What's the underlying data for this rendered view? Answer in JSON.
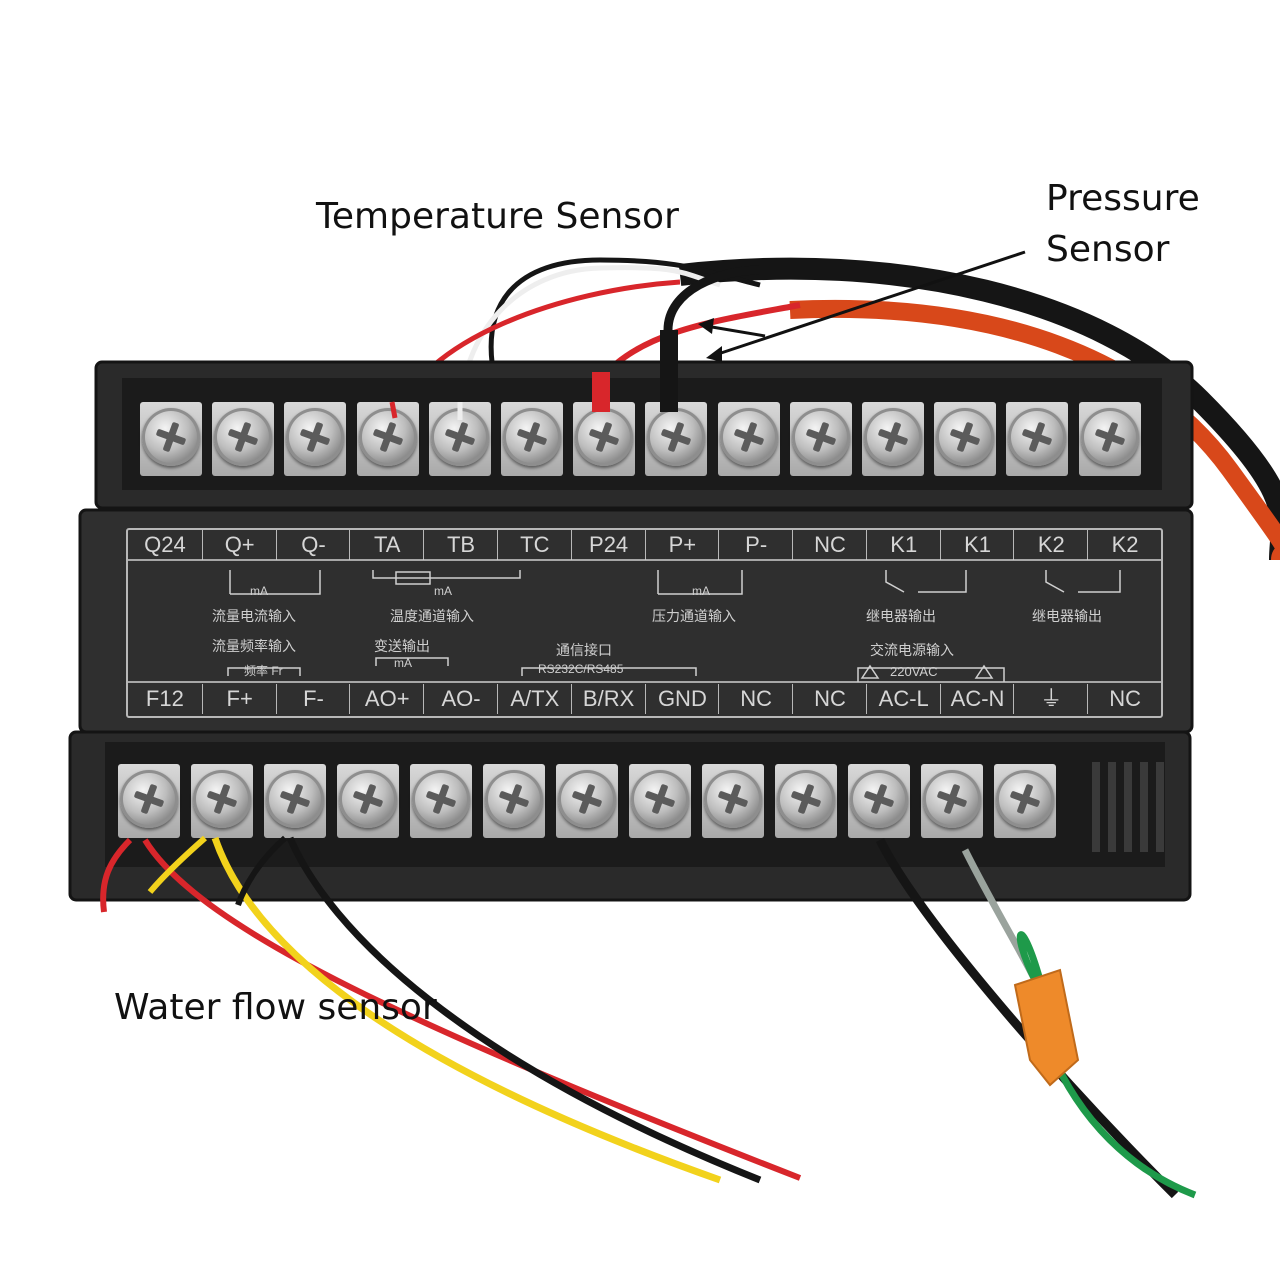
{
  "callouts": {
    "temperature": "Temperature Sensor",
    "pressure_line1": "Pressure",
    "pressure_line2": "Sensor",
    "water_flow": "Water flow sensor"
  },
  "panel": {
    "top_labels": [
      "Q24",
      "Q+",
      "Q-",
      "TA",
      "TB",
      "TC",
      "P24",
      "P+",
      "P-",
      "NC",
      "K1",
      "K1",
      "K2",
      "K2"
    ],
    "bottom_labels": [
      "F12",
      "F+",
      "F-",
      "AO+",
      "AO-",
      "A/TX",
      "B/RX",
      "GND",
      "NC",
      "NC",
      "AC-L",
      "AC-N",
      "⏚",
      "NC"
    ],
    "flow_current_input": "流量电流输入",
    "temp_channel_input": "温度通道输入",
    "pressure_channel_input": "压力通道输入",
    "relay_output_1": "继电器输出",
    "relay_output_2": "继电器输出",
    "flow_frequency_input": "流量频率输入",
    "frequency_fr": "频率 Fr",
    "transmit_output": "变送输出",
    "comm_interface": "通信接口",
    "rs_protocols": "RS232C/RS485",
    "ac_power_input": "交流电源输入",
    "voltage": "220VAC",
    "ma": "mA"
  },
  "colors": {
    "board": "#2b2b2b",
    "board_edge": "#1a1a1a",
    "panel_text": "#d6d6d6",
    "wire_red": "#d8262b",
    "wire_yellow": "#f2d21c",
    "wire_black": "#151515",
    "wire_white": "#eeeeee",
    "wire_green": "#1e9a4a",
    "wire_orange": "#e2541c",
    "wire_nut": "#ee8a2a"
  }
}
